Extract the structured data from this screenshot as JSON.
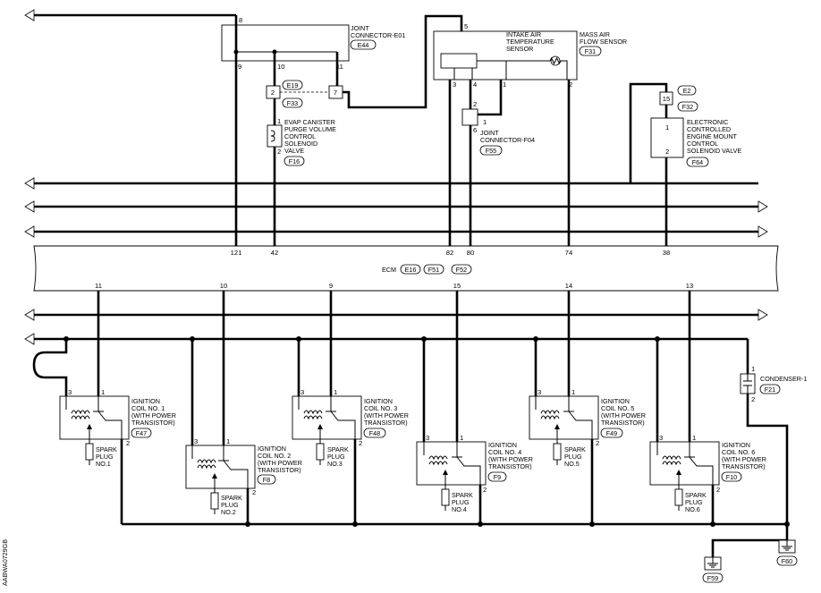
{
  "ecm": {
    "label": "ECM",
    "connectors": [
      "E16",
      "F51",
      "F52"
    ]
  },
  "joint_e01": {
    "name": [
      "JOINT",
      "CONNECTOR-E01"
    ],
    "connector": "E44",
    "pins": [
      "8",
      "9",
      "10",
      "11"
    ]
  },
  "maf": {
    "name": [
      "MASS AIR",
      "FLOW SENSOR"
    ],
    "connector": "F31",
    "iat": [
      "INTAKE AIR",
      "TEMPERATURE",
      "SENSOR"
    ],
    "pins": [
      "5",
      "3",
      "4",
      "1",
      "2"
    ]
  },
  "harness_e19": {
    "top": "E19",
    "bottom": "F33",
    "pin_left": "2",
    "pin_right": "7"
  },
  "harness_e2": {
    "top": "E2",
    "bottom": "F32",
    "pin": "15"
  },
  "evap": {
    "name": [
      "EVAP CANISTER",
      "PURGE VOLUME",
      "CONTROL",
      "SOLENOID",
      "VALVE"
    ],
    "connector": "F16",
    "pins": [
      "1",
      "2"
    ]
  },
  "joint_f04": {
    "name": [
      "JOINT",
      "CONNECTOR-F04"
    ],
    "connector": "F55",
    "pins": [
      "2",
      "1",
      "6"
    ]
  },
  "mount": {
    "name": [
      "ELECTRONIC",
      "CONTROLLED",
      "ENGINE MOUNT",
      "CONTROL",
      "SOLENOID VALVE"
    ],
    "connector": "F64",
    "pins": [
      "1",
      "2"
    ]
  },
  "ecm_pins_top": [
    "121",
    "42",
    "82",
    "80",
    "74",
    "38"
  ],
  "ecm_pins_bottom": [
    "11",
    "10",
    "9",
    "15",
    "14",
    "13"
  ],
  "coils": [
    {
      "name": [
        "IGNITION",
        "COIL NO. 1",
        "(WITH POWER",
        "TRANSISTOR)"
      ],
      "connector": "F47",
      "plug": [
        "SPARK",
        "PLUG",
        "NO.1"
      ],
      "pins": [
        "3",
        "1",
        "2"
      ]
    },
    {
      "name": [
        "IGNITION",
        "COIL NO. 2",
        "(WITH POWER",
        "TRANSISTOR)"
      ],
      "connector": "F8",
      "plug": [
        "SPARK",
        "PLUG",
        "NO.2"
      ],
      "pins": [
        "3",
        "1",
        "2"
      ]
    },
    {
      "name": [
        "IGNITION",
        "COIL NO. 3",
        "(WITH POWER",
        "TRANSISTOR)"
      ],
      "connector": "F48",
      "plug": [
        "SPARK",
        "PLUG",
        "NO.3"
      ],
      "pins": [
        "3",
        "1",
        "2"
      ]
    },
    {
      "name": [
        "IGNITION",
        "COIL NO. 4",
        "(WITH POWER",
        "TRANSISTOR)"
      ],
      "connector": "F9",
      "plug": [
        "SPARK",
        "PLUG",
        "NO.4"
      ],
      "pins": [
        "3",
        "1",
        "2"
      ]
    },
    {
      "name": [
        "IGNITION",
        "COIL NO. 5",
        "(WITH POWER",
        "TRANSISTOR)"
      ],
      "connector": "F49",
      "plug": [
        "SPARK",
        "PLUG",
        "NO.5"
      ],
      "pins": [
        "3",
        "1",
        "2"
      ]
    },
    {
      "name": [
        "IGNITION",
        "COIL NO. 6",
        "(WITH POWER",
        "TRANSISTOR)"
      ],
      "connector": "F10",
      "plug": [
        "SPARK",
        "PLUG",
        "NO.6"
      ],
      "pins": [
        "3",
        "1",
        "2"
      ]
    }
  ],
  "condenser": {
    "name": "CONDENSER-1",
    "connector": "F21",
    "pins": [
      "1",
      "2"
    ]
  },
  "grounds": [
    "F59",
    "F60"
  ],
  "figure_code": "AABWA0729GB"
}
